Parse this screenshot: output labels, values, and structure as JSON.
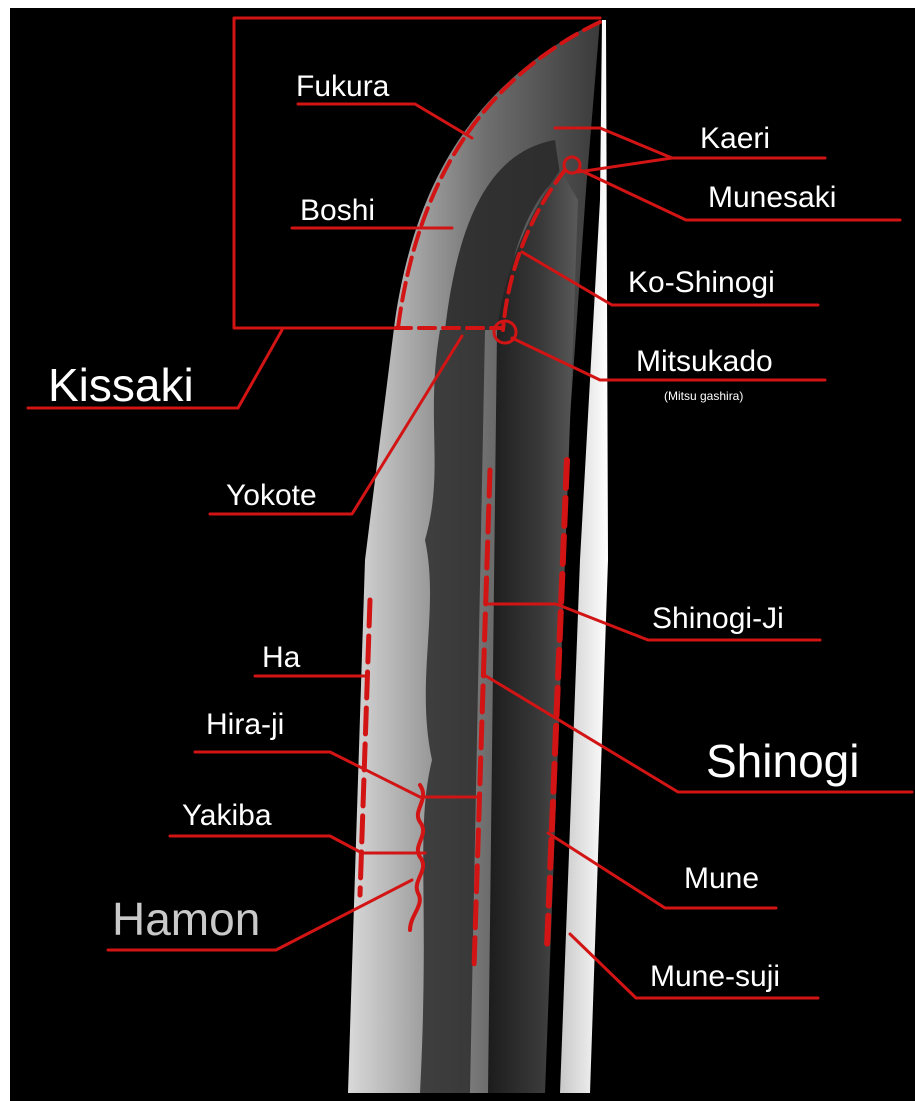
{
  "diagram": {
    "labels": {
      "fukura": "Fukura",
      "boshi": "Boshi",
      "kissaki": "Kissaki",
      "kaeri": "Kaeri",
      "munesaki": "Munesaki",
      "ko_shinogi": "Ko-Shinogi",
      "mitsukado": "Mitsukado",
      "mitsukado_sub": "(Mitsu gashira)",
      "yokote": "Yokote",
      "shinogi_ji": "Shinogi-Ji",
      "ha": "Ha",
      "hira_ji": "Hira-ji",
      "shinogi": "Shinogi",
      "yakiba": "Yakiba",
      "hamon": "Hamon",
      "mune": "Mune",
      "mune_suji": "Mune-suji"
    },
    "colors": {
      "background": "#000000",
      "line": "#d21414",
      "label": "#ffffff",
      "label_hamon": "#c9c9c9",
      "blade_light": "#e8e8e8",
      "blade_mid": "#9a9a9a",
      "blade_dark": "#2a2a2a"
    }
  }
}
